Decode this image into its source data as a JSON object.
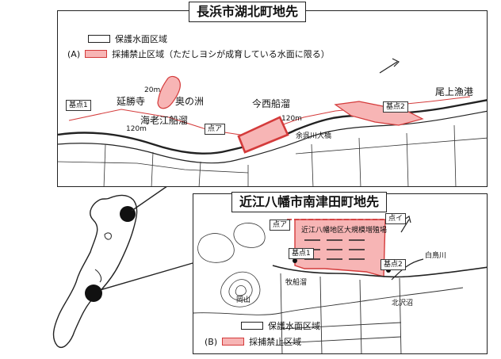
{
  "panel_a": {
    "title": "長浜市湖北町地先",
    "legend_id": "(A)",
    "legend": [
      {
        "label": "保護水面区域"
      },
      {
        "label": "採捕禁止区域（ただしヨシが成育している水面に限る）"
      }
    ],
    "labels": {
      "enshoji": "延勝寺",
      "okunosu": "奥の洲",
      "ebie": "海老江船溜",
      "imanishi": "今西船溜",
      "onoe": "尾上漁港",
      "yogo": "余呉川大橋",
      "base1": "基点1",
      "base2": "基点2",
      "point_a": "点ア",
      "d20": "20m",
      "d120a": "120m",
      "d120b": "120m"
    }
  },
  "panel_b": {
    "title": "近江八幡市南津田町地先",
    "legend_id": "(B)",
    "legend": [
      {
        "label": "保護水面区域"
      },
      {
        "label": "採捕禁止区域"
      }
    ],
    "labels": {
      "levee": "近江八幡地区大規模増殖場",
      "point_a": "点ア",
      "point_i": "点イ",
      "base1": "基点1",
      "base2": "基点2",
      "hakucho": "白鳥川",
      "makibune": "牧船溜",
      "okayama": "岡山",
      "kitazawa": "北沢沼"
    }
  },
  "colors": {
    "protect_fill": "#ffffff",
    "prohibit_fill": "#f7b5b5",
    "prohibit_stroke": "#d43b3b",
    "ink": "#222222"
  }
}
